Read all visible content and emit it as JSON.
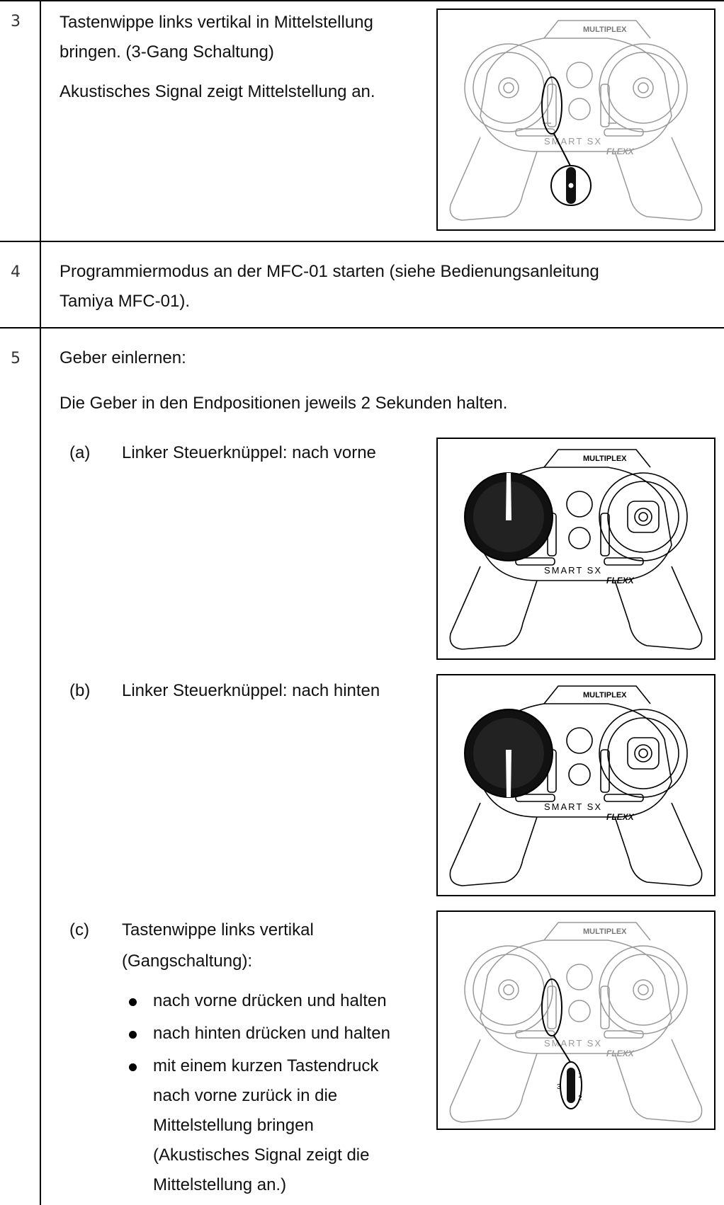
{
  "rows": [
    {
      "number": "3",
      "lines": [
        "Tastenwippe links vertikal in Mittelstellung",
        "bringen. (3-Gang Schaltung)"
      ],
      "extra": "Akustisches Signal zeigt Mittelstellung an."
    },
    {
      "number": "4",
      "lines": [
        "Programmiermodus an der MFC-01 starten (siehe Bedienungsanleitung",
        "Tamiya MFC-01)."
      ]
    },
    {
      "number": "5",
      "heading": "Geber einlernen:",
      "intro": "Die Geber in den Endpositionen jeweils 2 Sekunden halten.",
      "steps": [
        {
          "label": "(a)",
          "text": "Linker Steuerknüppel: nach vorne"
        },
        {
          "label": "(b)",
          "text": "Linker Steuerknüppel: nach hinten"
        },
        {
          "label": "(c)",
          "lines": [
            "Tastenwippe links vertikal",
            "(Gangschaltung):"
          ],
          "bullets": [
            [
              "nach vorne drücken und halten"
            ],
            [
              "nach hinten drücken und halten"
            ],
            [
              "mit einem kurzen Tastendruck",
              "nach vorne zurück in die",
              "Mittelstellung bringen",
              "(Akustisches Signal zeigt die",
              "Mittelstellung an.)"
            ]
          ]
        }
      ]
    }
  ],
  "figure": {
    "brand": "MULTIPLEX",
    "model_line1": "SMART SX",
    "model_line2": "FLEXX",
    "gear_labels": [
      "1",
      "3",
      "2"
    ]
  }
}
